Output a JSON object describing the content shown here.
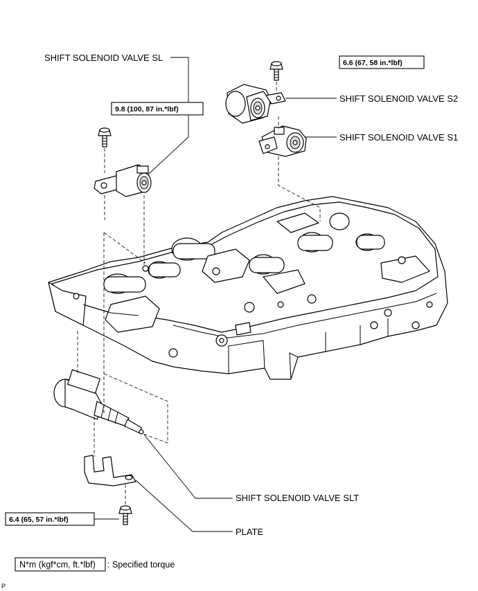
{
  "labels": {
    "solenoid_sl": "SHIFT SOLENOID VALVE SL",
    "solenoid_s2": "SHIFT SOLENOID VALVE S2",
    "solenoid_s1": "SHIFT SOLENOID VALVE S1",
    "solenoid_slt": "SHIFT SOLENOID VALVE SLT",
    "plate": "PLATE"
  },
  "torque": {
    "sl_bolt": "9.8 (100, 87 in.*lbf)",
    "s2_bolt": "6.6 (67, 58 in.*lbf)",
    "plate_bolt": "6.4 (65, 57 in.*lbf)"
  },
  "legend": {
    "unit_box": "N*m (kgf*cm, ft.*lbf)",
    "description": ": Specified torque"
  },
  "corner_mark": "P"
}
